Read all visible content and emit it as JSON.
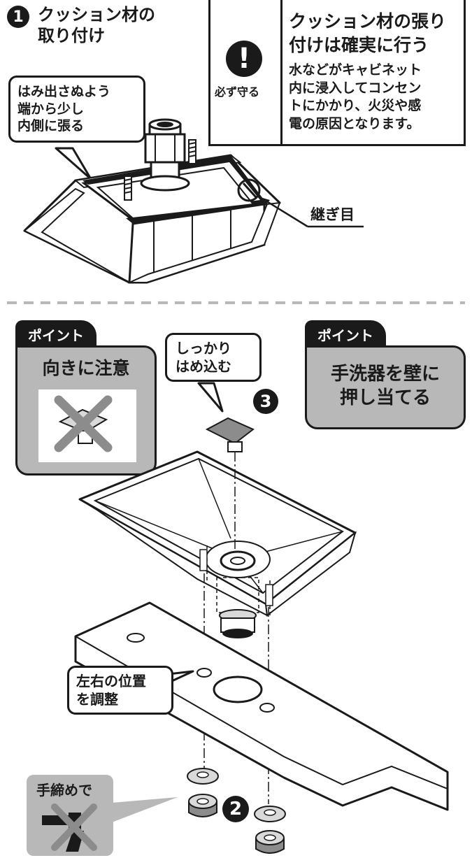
{
  "step1": {
    "num": "1",
    "title": "クッション材の\n取り付け"
  },
  "caution": {
    "icon": "exclamation-icon",
    "badge": "必ず守る",
    "heading": "クッション材の張り\n付けは確実に行う",
    "body": "水などがキャビネット\n内に浸入してコンセン\nトにかかり、火災や感\n電の原因となります。"
  },
  "callout_edge": "はみ出さぬよう\n端から少し\n内側に張る",
  "seam_label": "継ぎ目",
  "point1": {
    "tab": "ポイント",
    "title": "向きに注意"
  },
  "callout_press": "しっかり\nはめ込む",
  "step3": {
    "num": "3"
  },
  "point2": {
    "tab": "ポイント",
    "title": "手洗器を壁に\n押し当てる"
  },
  "callout_position": "左右の位置\nを調整",
  "hand_tighten": {
    "label": "手締めで"
  },
  "step2": {
    "num": "2"
  },
  "colors": {
    "ink": "#1a1a1a",
    "gray": "#b8b8b8",
    "light_gray": "#d9d9d9",
    "cross": "#8c8c8c"
  }
}
